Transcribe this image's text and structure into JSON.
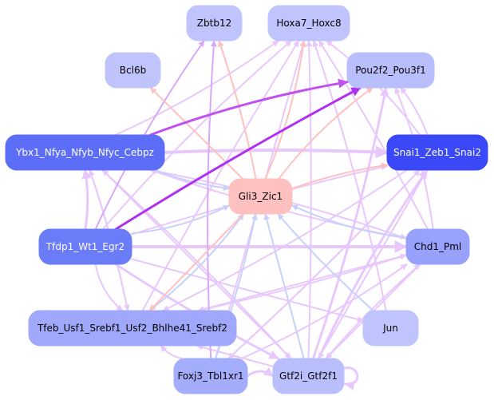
{
  "diagram": {
    "type": "directed-network",
    "colors": {
      "edge_light_violet": "#e8c8fc",
      "edge_violet": "#d8a8f8",
      "edge_purple": "#c050f0",
      "edge_purple_dark": "#b030f0",
      "edge_pink": "#ffc0c0",
      "edge_blue": "#c8d0fc"
    },
    "nodes": [
      {
        "id": "zbtb12",
        "label": "Zbtb12",
        "fill": "#c0c4fc",
        "text": "#000000"
      },
      {
        "id": "hoxa7",
        "label": "Hoxa7_Hoxc8",
        "fill": "#c0c4fc",
        "text": "#000000"
      },
      {
        "id": "bcl6b",
        "label": "Bcl6b",
        "fill": "#c0c4fc",
        "text": "#000000"
      },
      {
        "id": "pou2f2",
        "label": "Pou2f2_Pou3f1",
        "fill": "#b8bffc",
        "text": "#000000"
      },
      {
        "id": "ybx1",
        "label": "Ybx1_Nfya_Nfyb_Nfyc_Cebpz",
        "fill": "#5c6ef8",
        "text": "#ffffff"
      },
      {
        "id": "snai1",
        "label": "Snai1_Zeb1_Snai2",
        "fill": "#3a48f8",
        "text": "#ffffff"
      },
      {
        "id": "gli3",
        "label": "Gli3_Zic1",
        "fill": "#ffc0c0",
        "text": "#000000"
      },
      {
        "id": "tfdp1",
        "label": "Tfdp1_Wt1_Egr2",
        "fill": "#6a7cf8",
        "text": "#ffffff"
      },
      {
        "id": "chd1",
        "label": "Chd1_Pml",
        "fill": "#98a2fc",
        "text": "#000000"
      },
      {
        "id": "tfeb",
        "label": "Tfeb_Usf1_Srebf1_Usf2_Bhlhe41_Srebf2",
        "fill": "#a0a8fc",
        "text": "#000000"
      },
      {
        "id": "jun",
        "label": "Jun",
        "fill": "#c0c4fc",
        "text": "#000000"
      },
      {
        "id": "foxj3",
        "label": "Foxj3_Tbl1xr1",
        "fill": "#a4acfc",
        "text": "#000000"
      },
      {
        "id": "gtf2i",
        "label": "Gtf2i_Gtf2f1",
        "fill": "#b8bffc",
        "text": "#000000"
      }
    ],
    "edges": [
      {
        "from": "ybx1",
        "to": "pou2f2",
        "color": "edge_purple",
        "weight": 3
      },
      {
        "from": "tfdp1",
        "to": "pou2f2",
        "color": "edge_purple_dark",
        "weight": 3
      },
      {
        "from": "gli3",
        "to": "bcl6b",
        "color": "edge_pink",
        "weight": 2
      },
      {
        "from": "gli3",
        "to": "zbtb12",
        "color": "edge_pink",
        "weight": 2
      },
      {
        "from": "gli3",
        "to": "hoxa7",
        "color": "edge_pink",
        "weight": 2
      },
      {
        "from": "gli3",
        "to": "pou2f2",
        "color": "edge_pink",
        "weight": 2
      },
      {
        "from": "gli3",
        "to": "snai1",
        "color": "edge_pink",
        "weight": 2
      },
      {
        "from": "gli3",
        "to": "tfeb",
        "color": "edge_pink",
        "weight": 2
      },
      {
        "from": "ybx1",
        "to": "gli3",
        "color": "edge_blue",
        "weight": 2
      },
      {
        "from": "tfdp1",
        "to": "gli3",
        "color": "edge_blue",
        "weight": 2
      },
      {
        "from": "chd1",
        "to": "gli3",
        "color": "edge_blue",
        "weight": 2
      },
      {
        "from": "jun",
        "to": "gli3",
        "color": "edge_blue",
        "weight": 2
      },
      {
        "from": "gtf2i",
        "to": "gli3",
        "color": "edge_blue",
        "weight": 2
      },
      {
        "from": "foxj3",
        "to": "gli3",
        "color": "edge_blue",
        "weight": 2
      },
      {
        "from": "tfeb",
        "to": "gli3",
        "color": "edge_blue",
        "weight": 2
      },
      {
        "from": "tfdp1",
        "to": "zbtb12",
        "color": "edge_violet",
        "weight": 2
      },
      {
        "from": "ybx1",
        "to": "snai1",
        "color": "edge_light_violet",
        "weight": 4
      },
      {
        "from": "tfdp1",
        "to": "chd1",
        "color": "edge_light_violet",
        "weight": 4
      },
      {
        "from": "tfdp1",
        "to": "ybx1",
        "color": "edge_light_violet",
        "weight": 3
      },
      {
        "from": "tfdp1",
        "to": "tfeb",
        "color": "edge_light_violet",
        "weight": 2
      },
      {
        "from": "tfdp1",
        "to": "hoxa7",
        "color": "edge_light_violet",
        "weight": 2
      },
      {
        "from": "tfdp1",
        "to": "snai1",
        "color": "edge_light_violet",
        "weight": 2
      },
      {
        "from": "tfdp1",
        "to": "jun",
        "color": "edge_light_violet",
        "weight": 2
      },
      {
        "from": "tfdp1",
        "to": "gtf2i",
        "color": "edge_light_violet",
        "weight": 3
      },
      {
        "from": "ybx1",
        "to": "hoxa7",
        "color": "edge_light_violet",
        "weight": 2
      },
      {
        "from": "ybx1",
        "to": "chd1",
        "color": "edge_light_violet",
        "weight": 2
      },
      {
        "from": "ybx1",
        "to": "tfeb",
        "color": "edge_light_violet",
        "weight": 2
      },
      {
        "from": "ybx1",
        "to": "gtf2i",
        "color": "edge_light_violet",
        "weight": 2
      },
      {
        "from": "snai1",
        "to": "pou2f2",
        "color": "edge_light_violet",
        "weight": 2
      },
      {
        "from": "snai1",
        "to": "hoxa7",
        "color": "edge_light_violet",
        "weight": 2
      },
      {
        "from": "snai1",
        "to": "tfeb",
        "color": "edge_light_violet",
        "weight": 2
      },
      {
        "from": "snai1",
        "to": "foxj3",
        "color": "edge_light_violet",
        "weight": 2
      },
      {
        "from": "snai1",
        "to": "gtf2i",
        "color": "edge_light_violet",
        "weight": 2
      },
      {
        "from": "chd1",
        "to": "hoxa7",
        "color": "edge_light_violet",
        "weight": 2
      },
      {
        "from": "chd1",
        "to": "pou2f2",
        "color": "edge_light_violet",
        "weight": 2
      },
      {
        "from": "chd1",
        "to": "ybx1",
        "color": "edge_light_violet",
        "weight": 2
      },
      {
        "from": "chd1",
        "to": "tfeb",
        "color": "edge_light_violet",
        "weight": 2
      },
      {
        "from": "chd1",
        "to": "gtf2i",
        "color": "edge_light_violet",
        "weight": 2
      },
      {
        "from": "gtf2i",
        "to": "hoxa7",
        "color": "edge_light_violet",
        "weight": 2
      },
      {
        "from": "gtf2i",
        "to": "pou2f2",
        "color": "edge_light_violet",
        "weight": 3
      },
      {
        "from": "gtf2i",
        "to": "snai1",
        "color": "edge_light_violet",
        "weight": 3
      },
      {
        "from": "gtf2i",
        "to": "chd1",
        "color": "edge_light_violet",
        "weight": 2
      },
      {
        "from": "gtf2i",
        "to": "tfeb",
        "color": "edge_light_violet",
        "weight": 2
      },
      {
        "from": "gtf2i",
        "to": "ybx1",
        "color": "edge_light_violet",
        "weight": 2
      },
      {
        "from": "gtf2i",
        "to": "gtf2i",
        "color": "edge_light_violet",
        "weight": 3
      },
      {
        "from": "foxj3",
        "to": "gtf2i",
        "color": "edge_light_violet",
        "weight": 3
      },
      {
        "from": "foxj3",
        "to": "tfeb",
        "color": "edge_light_violet",
        "weight": 2
      },
      {
        "from": "foxj3",
        "to": "hoxa7",
        "color": "edge_light_violet",
        "weight": 2
      },
      {
        "from": "foxj3",
        "to": "snai1",
        "color": "edge_light_violet",
        "weight": 2
      },
      {
        "from": "foxj3",
        "to": "chd1",
        "color": "edge_light_violet",
        "weight": 2
      },
      {
        "from": "foxj3",
        "to": "zbtb12",
        "color": "edge_violet",
        "weight": 2
      },
      {
        "from": "tfeb",
        "to": "hoxa7",
        "color": "edge_light_violet",
        "weight": 2
      },
      {
        "from": "tfeb",
        "to": "chd1",
        "color": "edge_light_violet",
        "weight": 2
      },
      {
        "from": "tfeb",
        "to": "ybx1",
        "color": "edge_light_violet",
        "weight": 2
      },
      {
        "from": "jun",
        "to": "hoxa7",
        "color": "edge_light_violet",
        "weight": 2
      }
    ]
  }
}
